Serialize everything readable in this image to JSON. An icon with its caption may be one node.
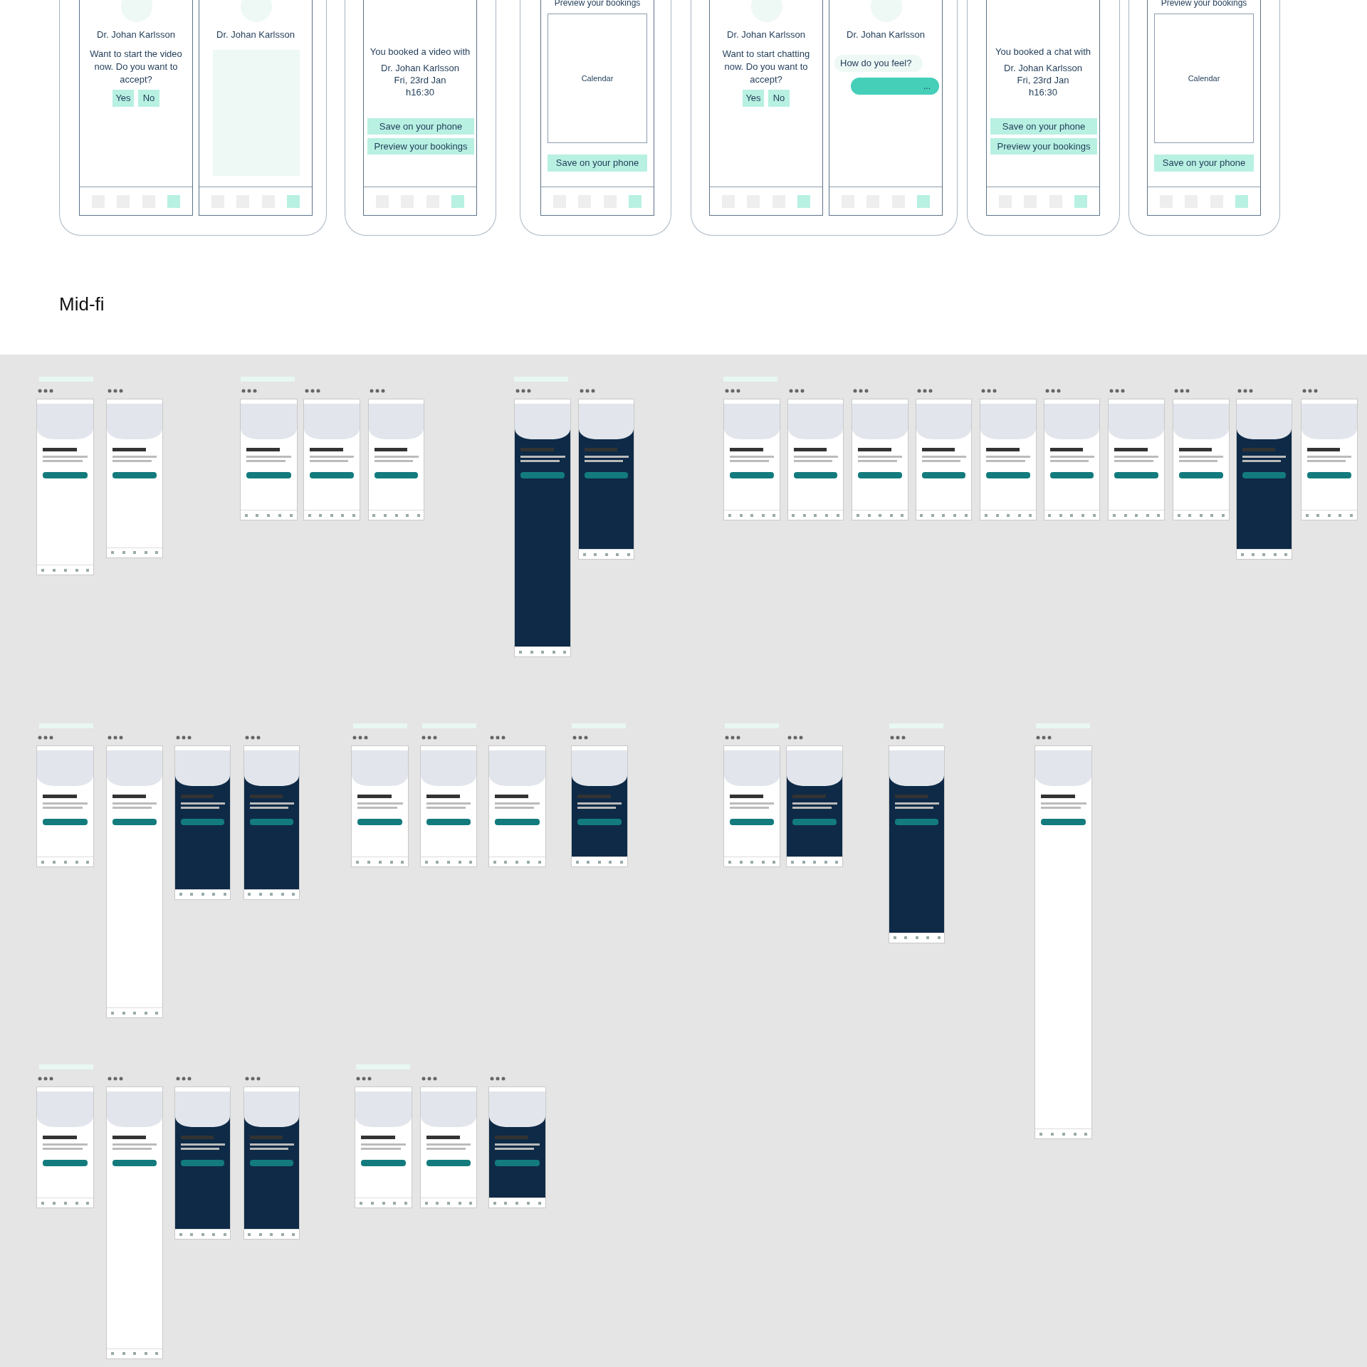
{
  "diagram": {
    "nodes": [
      {
        "text": [],
        "shape": "box"
      },
      {
        "text": [
          "Dr. Johan Karlsson",
          "Want to start the video now. Do you want to accept?"
        ],
        "in": 0
      },
      {
        "text": [
          "Yes"
        ],
        "in": 1
      },
      {
        "text": [
          "No"
        ],
        "in": 1
      },
      {
        "text": [
          "Dr. Johan Karlsson"
        ],
        "in": 0
      },
      {
        "text": [],
        "shape": "box"
      },
      {
        "text": [
          "You booked a video with",
          "Dr. Johan Karlsson Fri, 23rd Jan h16:30"
        ],
        "in": 5
      },
      {
        "text": [
          "Save on your phone"
        ],
        "in": 6
      },
      {
        "text": [
          "Preview your bookings"
        ],
        "in": 6
      },
      {
        "text": [],
        "shape": "box"
      },
      {
        "text": [
          "Preview your bookings"
        ],
        "in": 9
      },
      {
        "text": [
          "Calendar"
        ],
        "in": 10
      },
      {
        "text": [
          "Save on your phone"
        ],
        "in": 10
      },
      {
        "text": [],
        "shape": "box"
      },
      {
        "text": [
          "Dr. Johan Karlsson",
          "Want to start chatting now. Do you want to accept?"
        ],
        "in": 13
      },
      {
        "text": [
          "Yes"
        ],
        "in": 14
      },
      {
        "text": [
          "No"
        ],
        "in": 14
      },
      {
        "text": [
          "Dr. Johan Karlsson"
        ],
        "in": 13
      },
      {
        "text": [
          "How do you feel?"
        ],
        "in": 17
      },
      {
        "text": [
          "..."
        ],
        "in": 17
      },
      {
        "text": [],
        "shape": "box"
      },
      {
        "text": [
          "You booked a chat with",
          "Dr. Johan Karlsson Fri, 23rd Jan h16:30"
        ],
        "in": 20
      },
      {
        "text": [
          "Save on your phone"
        ],
        "in": 21
      },
      {
        "text": [
          "Preview your bookings"
        ],
        "in": 21
      },
      {
        "text": [],
        "shape": "box"
      },
      {
        "text": [
          "Preview your bookings"
        ],
        "in": 24
      },
      {
        "text": [
          "Calendar"
        ],
        "in": 25
      },
      {
        "text": [
          "Save on your phone"
        ],
        "in": 25
      }
    ],
    "labels": [
      "Mid-fi"
    ]
  }
}
